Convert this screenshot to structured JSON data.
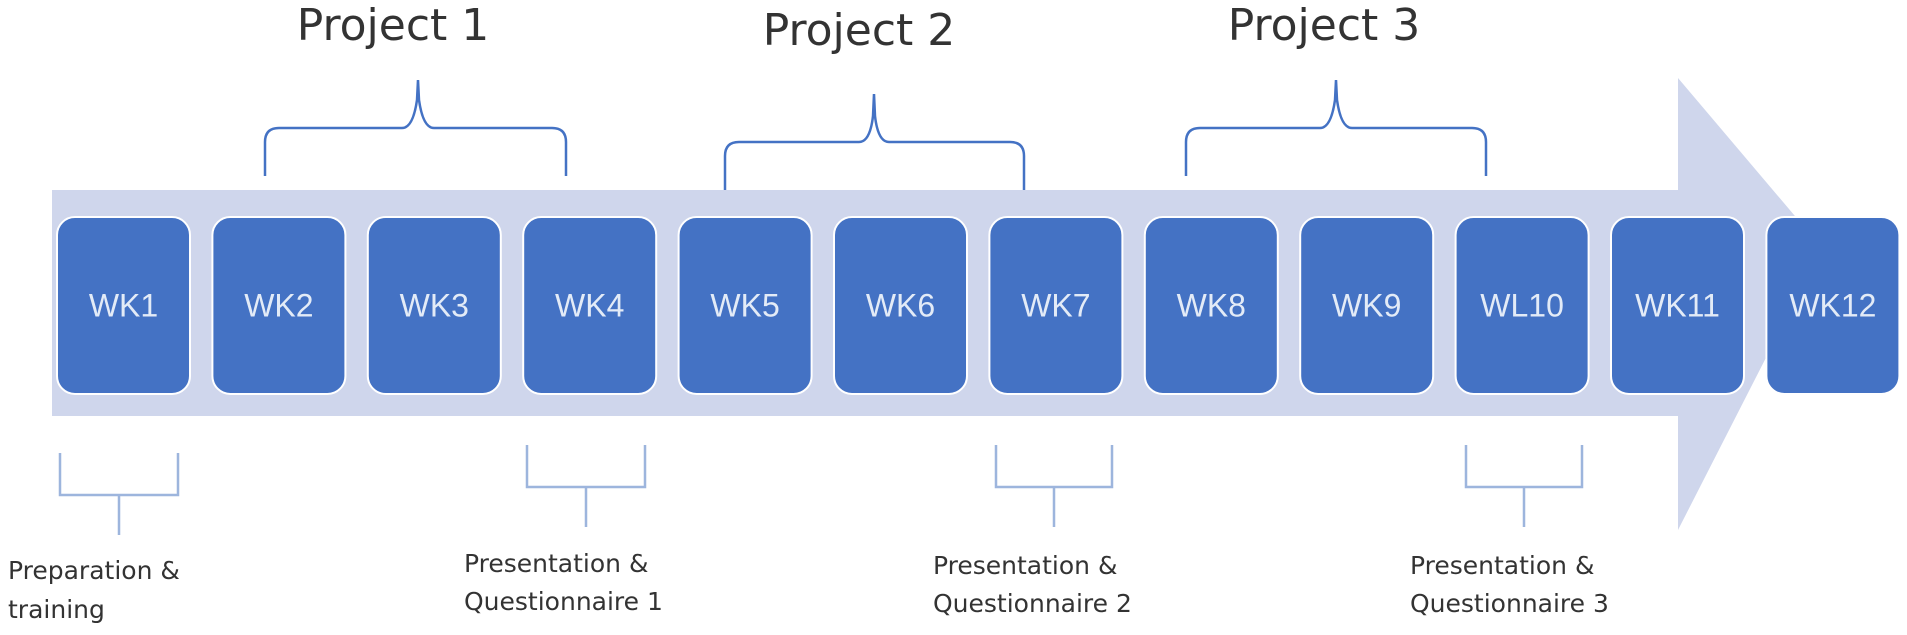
{
  "weeks": [
    "WK1",
    "WK2",
    "WK3",
    "WK4",
    "WK5",
    "WK6",
    "WK7",
    "WK8",
    "WK9",
    "WL10",
    "WK11",
    "WK12"
  ],
  "projects": [
    {
      "label": "Project 1"
    },
    {
      "label": "Project 2"
    },
    {
      "label": "Project 3"
    }
  ],
  "notes": [
    {
      "lines": [
        "Preparation &",
        "training"
      ]
    },
    {
      "lines": [
        "Presentation &",
        "Questionnaire 1"
      ]
    },
    {
      "lines": [
        "Presentation &",
        "Questionnaire 2"
      ]
    },
    {
      "lines": [
        "Presentation &",
        "Questionnaire 3"
      ]
    }
  ],
  "colors": {
    "arrow": "#cfd6ec",
    "week_box": "#4472c4",
    "week_text": "#e3ebf7",
    "project_brace": "#4472c4",
    "note_brace": "#9db5dd",
    "text": "#333333"
  }
}
